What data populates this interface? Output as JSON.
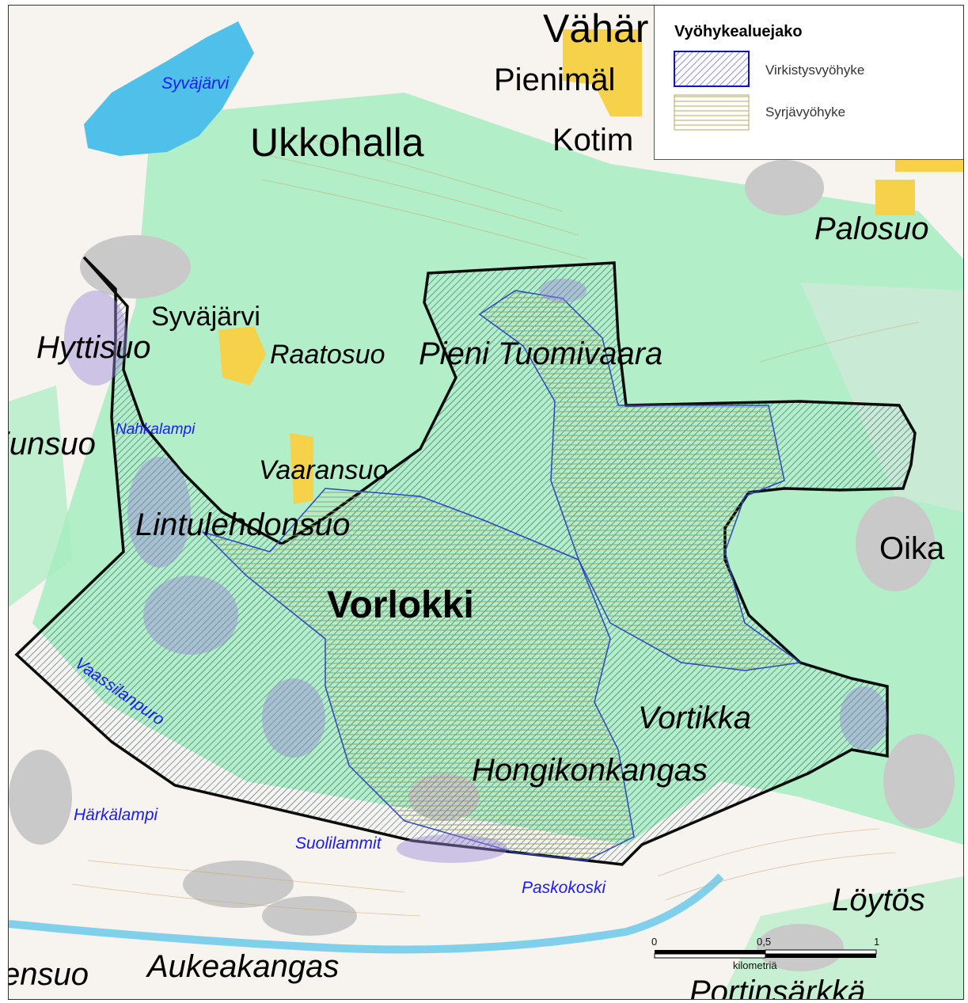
{
  "legend": {
    "title": "Vyöhykealuejako",
    "items": [
      {
        "label": "Virkistysvyöhyke",
        "pattern": "diagonal-hatch",
        "color": "#3a3ad0"
      },
      {
        "label": "Syrjävyöhyke",
        "pattern": "horizontal-lines",
        "color": "#a8a060"
      }
    ]
  },
  "place_names": {
    "ukkohalla": "Ukkohalla",
    "vahar": "Vähär",
    "pienimal": "Pienimäl",
    "kotim": "Kotim",
    "palosuo": "Palosuo",
    "syvajarvi_village": "Syväjärvi",
    "hyttisuo": "Hyttisuo",
    "raatosuo": "Raatosuo",
    "pieni_tuomivaara": "Pieni Tuomivaara",
    "junsuo": "junsuo",
    "vaaransuo": "Vaaransuo",
    "lintulehdonsuo": "Lintulehdonsuo",
    "oika": "Oika",
    "vorlokki": "Vorlokki",
    "vortikka": "Vortikka",
    "hongikonkangas": "Hongikonkangas",
    "loytos": "Löytös",
    "ensuo": "ensuo",
    "aukeakangas": "Aukeakangas",
    "portinsarkka": "Portinsärkkä"
  },
  "water_names": {
    "syvajarvi_lake": "Syväjärvi",
    "nahkalampi": "Nahkalampi",
    "vaassilanpuro": "Vaassilanpuro",
    "harkalampi": "Härkälampi",
    "suolilammit": "Suolilammit",
    "paskokoski": "Paskokoski"
  },
  "scale": {
    "ticks": [
      "0",
      "0,5",
      "1"
    ],
    "unit": "kilometriä"
  },
  "colors": {
    "background": "#f7f3ee",
    "forest_green": "#a6ecc0",
    "lake_blue": "#4fc0ea",
    "bog_gray": "#c9c9c9",
    "built_yellow": "#f5d24a",
    "zone_outline": "#000000",
    "zone_inner": "#2a3fbf"
  }
}
